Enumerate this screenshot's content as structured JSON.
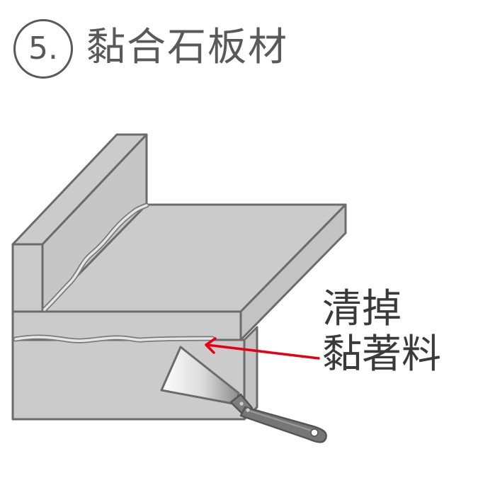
{
  "step": {
    "number": "5.",
    "title": "黏合石板材"
  },
  "annotation": {
    "line1": "清掉",
    "line2": "黏著料"
  },
  "colors": {
    "text": "#595959",
    "stone_face": "#cbcbcb",
    "stone_edge": "#6b6b6b",
    "arrow": "#e60012",
    "adhesive": "#e2e2e2",
    "spatula_handle": "#6e6e6e"
  }
}
